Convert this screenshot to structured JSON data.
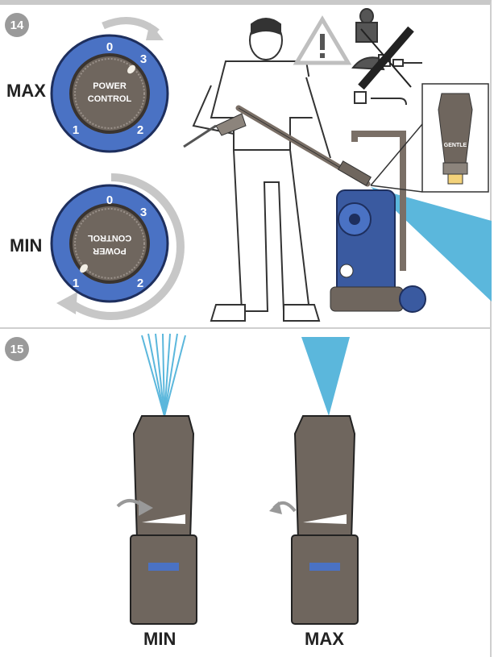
{
  "steps": {
    "step14": "14",
    "step15": "15"
  },
  "knob": {
    "label_line1": "POWER",
    "label_line2": "CONTROL",
    "marks": [
      "0",
      "3",
      "2",
      "1"
    ]
  },
  "labels": {
    "max": "MAX",
    "min": "MIN"
  },
  "nozzle_label": "GENTLE",
  "colors": {
    "blue": "#4a72c4",
    "spray": "#5bb7dc",
    "gray": "#7a6f66",
    "arrow": "#c7c7c7"
  }
}
